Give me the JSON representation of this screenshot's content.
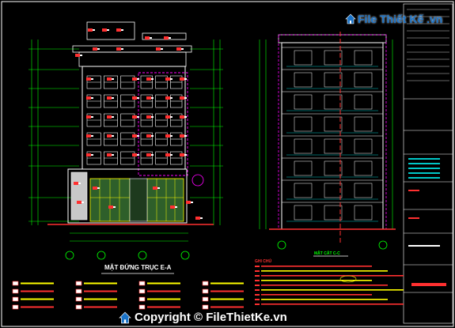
{
  "watermark_top": {
    "brand": "File Thiết Kế .vn"
  },
  "watermark_bottom": {
    "copyright": "Copyright © FileThietKe.vn"
  },
  "drawing_left": {
    "title": "MẶT ĐỨNG TRỤC E-A"
  },
  "drawing_right": {
    "title": "MẶT CẮT C-C",
    "notes_header": "GHI CHÚ"
  },
  "colors": {
    "background": "#000000",
    "cad_cyan": "#00c8c8",
    "cad_magenta": "#ff00ff",
    "cad_yellow": "#ffff00",
    "cad_red": "#ff3030",
    "cad_white": "#ffffff",
    "cad_green": "#00ff00",
    "brand_blue": "#1a73c8"
  },
  "icons": {
    "watermark_logo": "house-icon"
  }
}
